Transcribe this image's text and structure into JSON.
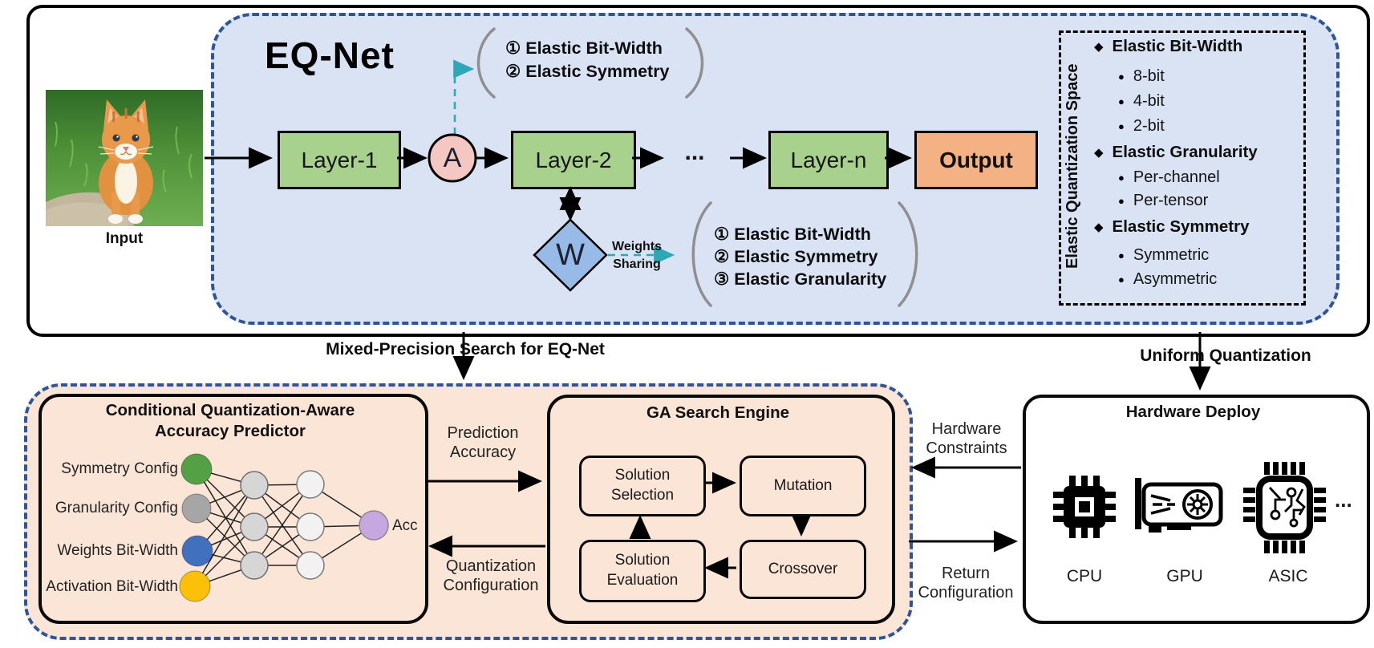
{
  "palette": {
    "container_blue_fill": "#dae3f3",
    "dashed_border_blue": "#2e5597",
    "layer_green": "#a9d18e",
    "activation_pink": "#f5c7c3",
    "weight_diamond_blue": "#98bae6",
    "output_orange": "#f4b183",
    "bottom_peach_fill": "#fbe5d6",
    "teal_arrow": "#2fa8b5",
    "brace_gray": "#8f8f8f",
    "node_green": "#54a045",
    "node_gray": "#a6a6a6",
    "node_blue": "#4070be",
    "node_yellow": "#fdc008",
    "node_hidden1": "#d6d6d6",
    "node_hidden2": "#f2f2f2",
    "node_purple": "#c7a7e0"
  },
  "icons": {
    "diamond_bullet": "◆",
    "dot_bullet": "●"
  },
  "top": {
    "title": "EQ-Net",
    "input_label": "Input",
    "pipeline": {
      "layer1": "Layer-1",
      "activation": "A",
      "layer2": "Layer-2",
      "dots": "...",
      "layern": "Layer-n",
      "output": "Output"
    },
    "weight_node": "W",
    "weights_sharing": [
      "Weights",
      "Sharing"
    ],
    "activation_annotation": [
      "① Elastic Bit-Width",
      "② Elastic Symmetry"
    ],
    "weight_annotation": [
      "① Elastic Bit-Width",
      "② Elastic Symmetry",
      "③ Elastic Granularity"
    ],
    "eqs_panel": {
      "title": "Elastic Quantization Space",
      "sections": [
        {
          "title": "Elastic Bit-Width",
          "items": [
            "8-bit",
            "4-bit",
            "2-bit"
          ]
        },
        {
          "title": "Elastic Granularity",
          "items": [
            "Per-channel",
            "Per-tensor"
          ]
        },
        {
          "title": "Elastic Symmetry",
          "items": [
            "Symmetric",
            "Asymmetric"
          ]
        }
      ]
    }
  },
  "flow": {
    "mixed_precision": "Mixed-Precision Search for EQ-Net",
    "uniform_quantization": "Uniform Quantization"
  },
  "predictor": {
    "title_line1": "Conditional Quantization-Aware",
    "title_line2": "Accuracy Predictor",
    "inputs": [
      "Symmetry Config",
      "Granularity Config",
      "Weights Bit-Width",
      "Activation Bit-Width"
    ],
    "output_label": "Acc"
  },
  "ga": {
    "title": "GA Search Engine",
    "boxes": [
      "Solution Selection",
      "Mutation",
      "Solution Evaluation",
      "Crossover"
    ]
  },
  "exchange": {
    "prediction_accuracy": [
      "Prediction",
      "Accuracy"
    ],
    "quantization_configuration": [
      "Quantization",
      "Configuration"
    ],
    "hardware_constraints": [
      "Hardware",
      "Constraints"
    ],
    "return_configuration": [
      "Return",
      "Configuration"
    ]
  },
  "hardware": {
    "title": "Hardware Deploy",
    "devices": [
      "CPU",
      "GPU",
      "ASIC"
    ],
    "more": "..."
  }
}
